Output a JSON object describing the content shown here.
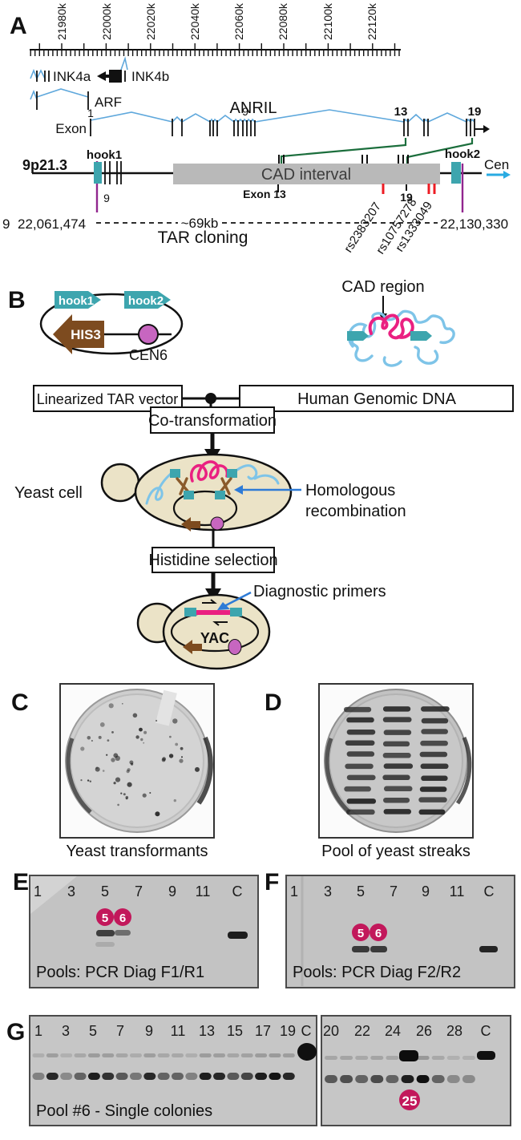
{
  "panelA": {
    "label": "A",
    "ruler": [
      "21980k",
      "22000k",
      "22020k",
      "22040k",
      "22060k",
      "22080k",
      "22100k",
      "22120k"
    ],
    "ink4a": "INK4a",
    "ink4b": "INK4b",
    "arf": "ARF",
    "anril": "ANRIL",
    "exon_word": "Exon",
    "exon1": "1",
    "exon9": "9",
    "exon13": "13",
    "exon19": "19",
    "locus": "9p21.3",
    "hook1": "hook1",
    "hook2": "hook2",
    "hook1_exon9": "9",
    "cad_interval": "CAD interval",
    "bar_exon13": "Exon 13",
    "bar_19": "19",
    "cen": "Cen",
    "edge_digit": "9",
    "coord_start": "22,061,474",
    "coord_end": "22,130,330",
    "span": "~69kb",
    "tar": "TAR cloning",
    "snps": [
      "rs2383207",
      "rs10757278",
      "rs1333049"
    ]
  },
  "panelB": {
    "label": "B",
    "hook1": "hook1",
    "hook2": "hook2",
    "his3": "HIS3",
    "cen6": "CEN6",
    "cad_region": "CAD region",
    "box_vector": "Linearized TAR vector",
    "box_dna": "Human Genomic DNA",
    "box_cotransform": "Co-transformation",
    "box_histidine": "Histidine selection",
    "yeast_cell": "Yeast cell",
    "homologous_line1": "Homologous",
    "homologous_line2": "recombination",
    "diagnostic": "Diagnostic primers",
    "yac": "YAC"
  },
  "panelC": {
    "label": "C",
    "caption": "Yeast transformants"
  },
  "panelD": {
    "label": "D",
    "caption": "Pool of yeast streaks"
  },
  "panelE": {
    "label": "E",
    "lanes": [
      "1",
      "3",
      "5",
      "7",
      "9",
      "11",
      "C"
    ],
    "highlights": [
      "5",
      "6"
    ],
    "positive_lanes": [
      "5",
      "6",
      "C"
    ],
    "caption": "Pools: PCR Diag F1/R1"
  },
  "panelF": {
    "label": "F",
    "lanes": [
      "1",
      "3",
      "5",
      "7",
      "9",
      "11",
      "C"
    ],
    "highlights": [
      "5",
      "6"
    ],
    "positive_lanes": [
      "5",
      "6",
      "C"
    ],
    "caption": "Pools: PCR Diag F2/R2"
  },
  "panelG": {
    "label": "G",
    "caption": "Pool #6 - Single colonies",
    "gel1": {
      "lanes": [
        "1",
        "3",
        "5",
        "7",
        "9",
        "11",
        "13",
        "15",
        "17",
        "19",
        "C"
      ],
      "band_intensities": [
        0.35,
        0.8,
        0.3,
        0.5,
        0.85,
        0.75,
        0.55,
        0.4,
        0.8,
        0.5,
        0.5,
        0.35,
        0.85,
        0.8,
        0.55,
        0.65,
        0.85,
        0.9,
        0.8
      ]
    },
    "gel2": {
      "lanes": [
        "20",
        "22",
        "24",
        "26",
        "28",
        "C"
      ],
      "highlight": "25",
      "band_intensities": [
        0.55,
        0.6,
        0.5,
        0.62,
        0.5,
        0.85,
        0.92,
        0.5,
        0.3,
        0.3
      ]
    }
  },
  "colors": {
    "teal": "#3da5ae",
    "brown": "#7d4b1f",
    "magenta_circle": "#c766c0",
    "pink_dna": "#ea2081",
    "light_blue_dna": "#7ec4e8",
    "crimson_badge": "#c2185b",
    "green_connector": "#1b6e3c",
    "purple_line": "#91268f",
    "red_snp": "#ed1c24",
    "gray_bar": "#b9b9b9",
    "cell_fill": "#ebe3c7",
    "cen_arrow_blue": "#29abe2",
    "label_arrow_blue": "#2e7bd6"
  }
}
